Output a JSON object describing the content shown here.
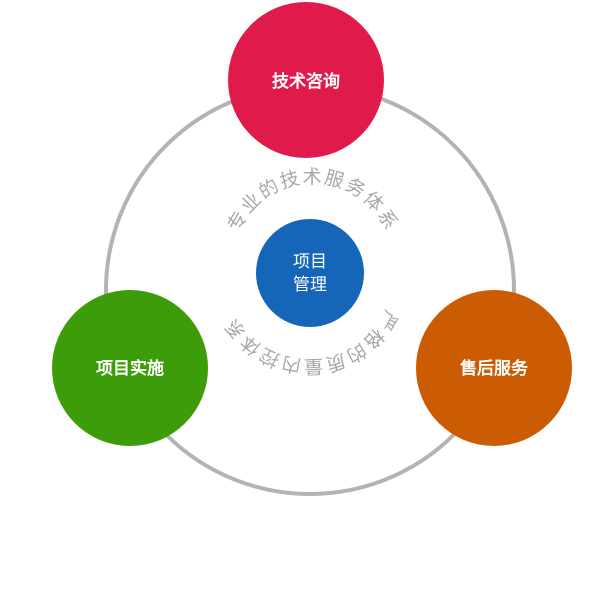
{
  "nodes": {
    "top": {
      "label": "技术咨询",
      "color": "#e01a4a"
    },
    "left": {
      "label": "项目实施",
      "color": "#3d9c0a"
    },
    "right": {
      "label": "售后服务",
      "color": "#cc5c04"
    },
    "center": {
      "line1": "项目",
      "line2": "管理",
      "color": "#1565b8"
    }
  },
  "ring": {
    "color": "#b3b3b3"
  },
  "arc_text": {
    "upper": "专业的技术服务体系",
    "lower": "严格的质量内控体系"
  }
}
